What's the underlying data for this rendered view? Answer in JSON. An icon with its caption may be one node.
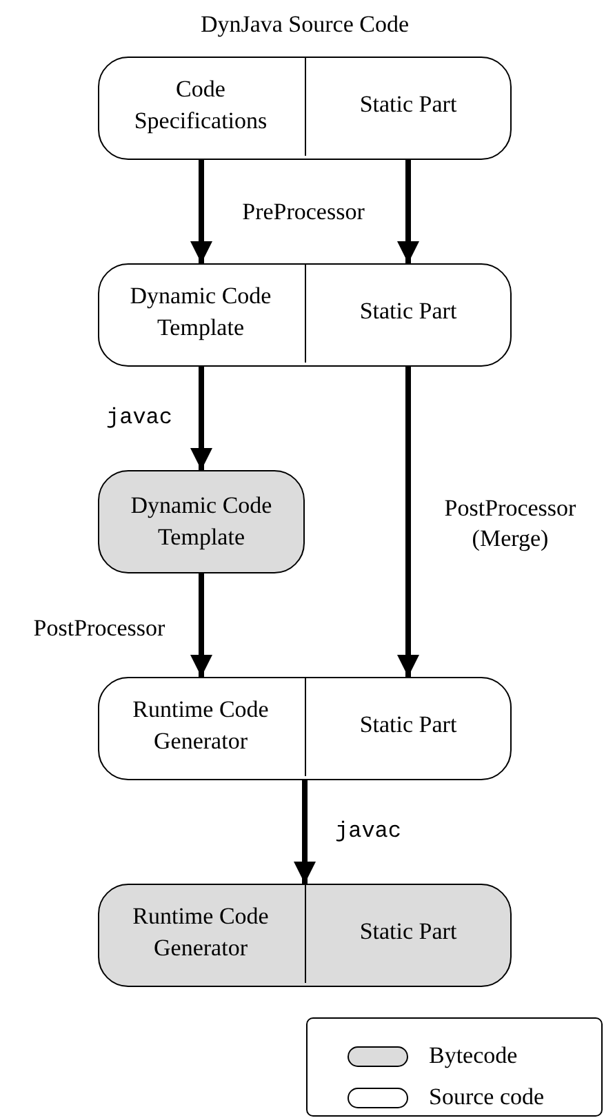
{
  "diagram": {
    "title": "DynJava Source Code",
    "nodes": [
      {
        "text": [],
        "shape": "box"
      },
      {
        "text": [
          "Code Specifications"
        ],
        "in": 0
      },
      {
        "text": [
          "Static Part"
        ],
        "in": 0
      },
      {
        "text": [],
        "shape": "box"
      },
      {
        "text": [
          "Dynamic Code Template"
        ],
        "in": 3
      },
      {
        "text": [
          "Static Part"
        ],
        "in": 3
      },
      {
        "text": [
          "Dynamic Code Template"
        ]
      },
      {
        "text": [],
        "shape": "box"
      },
      {
        "text": [
          "Runtime Code Generator"
        ],
        "in": 7
      },
      {
        "text": [
          "Static Part"
        ],
        "in": 7
      },
      {
        "text": [],
        "shape": "box"
      },
      {
        "text": [
          "Runtime Code Generator"
        ],
        "in": 10
      },
      {
        "text": [
          "Static Part"
        ],
        "in": 10
      }
    ],
    "edges": [
      {
        "from": 1,
        "to": 4,
        "arrow": "to",
        "label": "PreProcessor"
      },
      {
        "from": 2,
        "to": 5,
        "arrow": "to"
      },
      {
        "from": 4,
        "to": 6,
        "arrow": "to",
        "label": "javac"
      },
      {
        "from": 5,
        "to": 9,
        "arrow": "to",
        "label": "PostProcessor (Merge)"
      },
      {
        "from": 6,
        "to": 8,
        "arrow": "to",
        "label": "PostProcessor"
      },
      {
        "from": 7,
        "to": 10,
        "arrow": "to",
        "label": "javac"
      }
    ],
    "legend": [
      {
        "text": "Bytecode",
        "color": "#dcdcdc"
      },
      {
        "text": "Source code",
        "color": "#ffffff"
      }
    ]
  }
}
